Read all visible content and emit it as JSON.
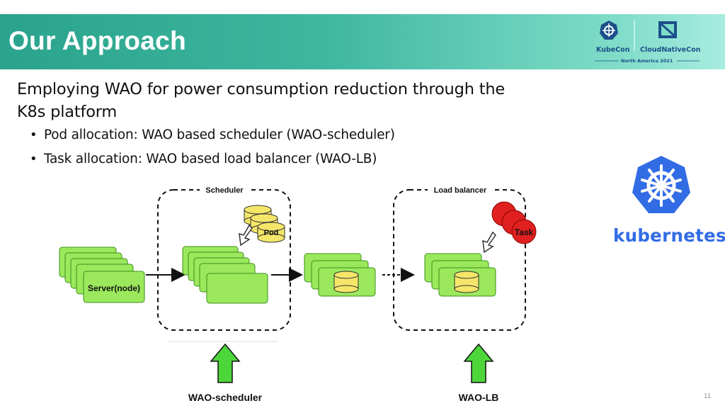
{
  "header": {
    "title": "Our Approach",
    "logo": {
      "kubecon": "KubeCon",
      "cloudnativecon": "CloudNativeCon",
      "event": "North America 2021"
    }
  },
  "heading": "Employing WAO for power consumption reduction through the K8s platform",
  "bullets": [
    "Pod allocation: WAO based scheduler (WAO-scheduler)",
    "Task allocation: WAO based load balancer (WAO-LB)"
  ],
  "diagram": {
    "scheduler_label": "Scheduler",
    "load_balancer_label": "Load balancer",
    "server_label": "Server(node)",
    "pod_label": "Pod",
    "task_label": "Task",
    "wao_scheduler_label": "WAO-scheduler",
    "wao_lb_label": "WAO-LB"
  },
  "kubernetes_wordmark": "kubernetes",
  "page_number": "11",
  "colors": {
    "header_start": "#2aa38d",
    "header_end": "#a8ece0",
    "node_green": "#9be85c",
    "node_border": "#3b8f1a",
    "cylinder_yellow": "#f5e66a",
    "task_red": "#e02020",
    "arrow_green": "#4cd63a",
    "k8s_blue": "#326ce5"
  }
}
